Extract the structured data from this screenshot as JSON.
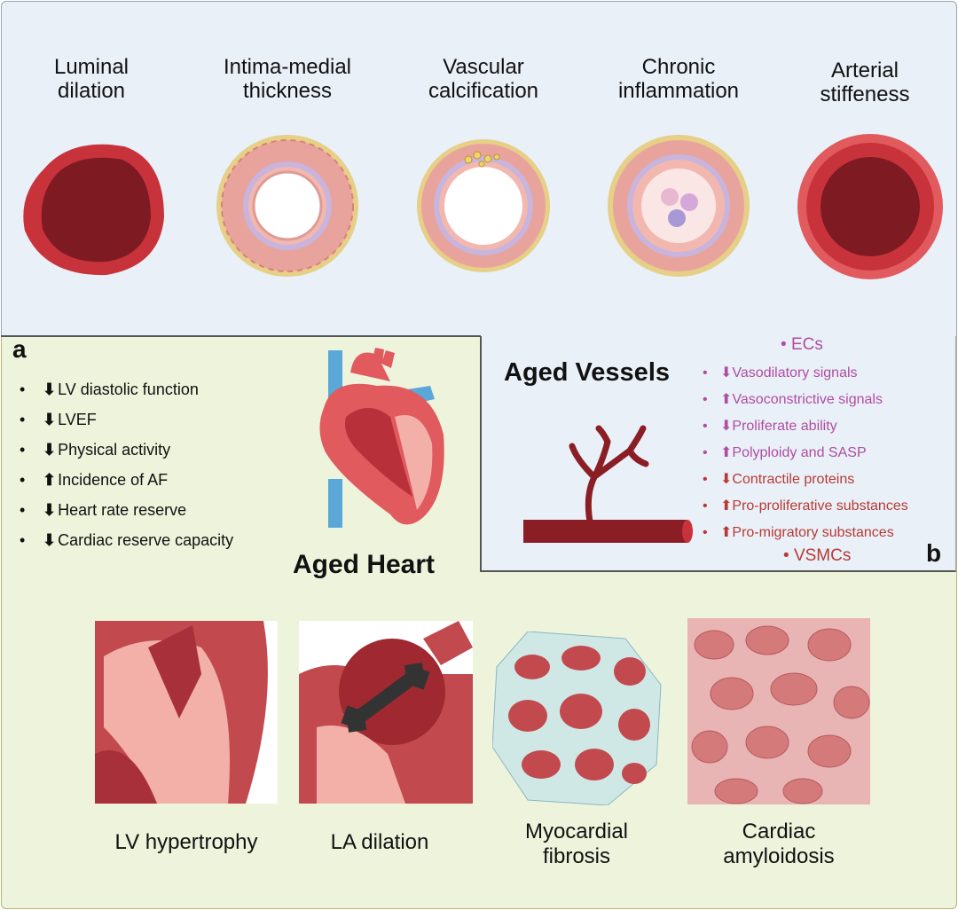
{
  "vessel_changes": [
    {
      "label": "Luminal\ndilation",
      "line1": "Luminal",
      "line2": "dilation"
    },
    {
      "line1": "Intima-medial",
      "line2": "thickness"
    },
    {
      "line1": "Vascular",
      "line2": "calcification"
    },
    {
      "line1": "Chronic",
      "line2": "inflammation"
    },
    {
      "line1": "Arterial",
      "line2": "stiffeness"
    }
  ],
  "panel_a": {
    "letter": "a",
    "title": "Aged Heart",
    "items": [
      {
        "arrow": "⬇",
        "text": "LV diastolic function"
      },
      {
        "arrow": "⬇",
        "text": "LVEF"
      },
      {
        "arrow": "⬇",
        "text": "Physical activity"
      },
      {
        "arrow": "⬆",
        "text": "Incidence of AF"
      },
      {
        "arrow": "⬇",
        "text": "Heart rate reserve"
      },
      {
        "arrow": "⬇",
        "text": "Cardiac reserve capacity"
      }
    ]
  },
  "panel_b": {
    "letter": "b",
    "title": "Aged Vessels",
    "ec_heading": "ECs",
    "vsmc_heading": "VSMCs",
    "ec_items": [
      {
        "arrow": "⬇",
        "text": "Vasodilatory signals"
      },
      {
        "arrow": "⬆",
        "text": "Vasoconstrictive signals"
      },
      {
        "arrow": "⬇",
        "text": "Proliferate ability"
      },
      {
        "arrow": "⬆",
        "text": "Polyploidy and SASP"
      }
    ],
    "vsmc_items": [
      {
        "arrow": "⬇",
        "text": "Contractile proteins"
      },
      {
        "arrow": "⬆",
        "text": "Pro-proliferative substances"
      },
      {
        "arrow": "⬆",
        "text": "Pro-migratory substances"
      }
    ]
  },
  "heart_changes": [
    {
      "line1": "LV hypertrophy",
      "line2": ""
    },
    {
      "line1": "LA dilation",
      "line2": ""
    },
    {
      "line1": "Myocardial",
      "line2": "fibrosis"
    },
    {
      "line1": "Cardiac",
      "line2": "amyloidosis"
    }
  ],
  "colors": {
    "top_bg": "#e9f0f8",
    "bottom_bg": "#eef3dc",
    "ec_text": "#b04da0",
    "vsmc_text": "#b83a34",
    "vessel_red": "#c8323a"
  }
}
